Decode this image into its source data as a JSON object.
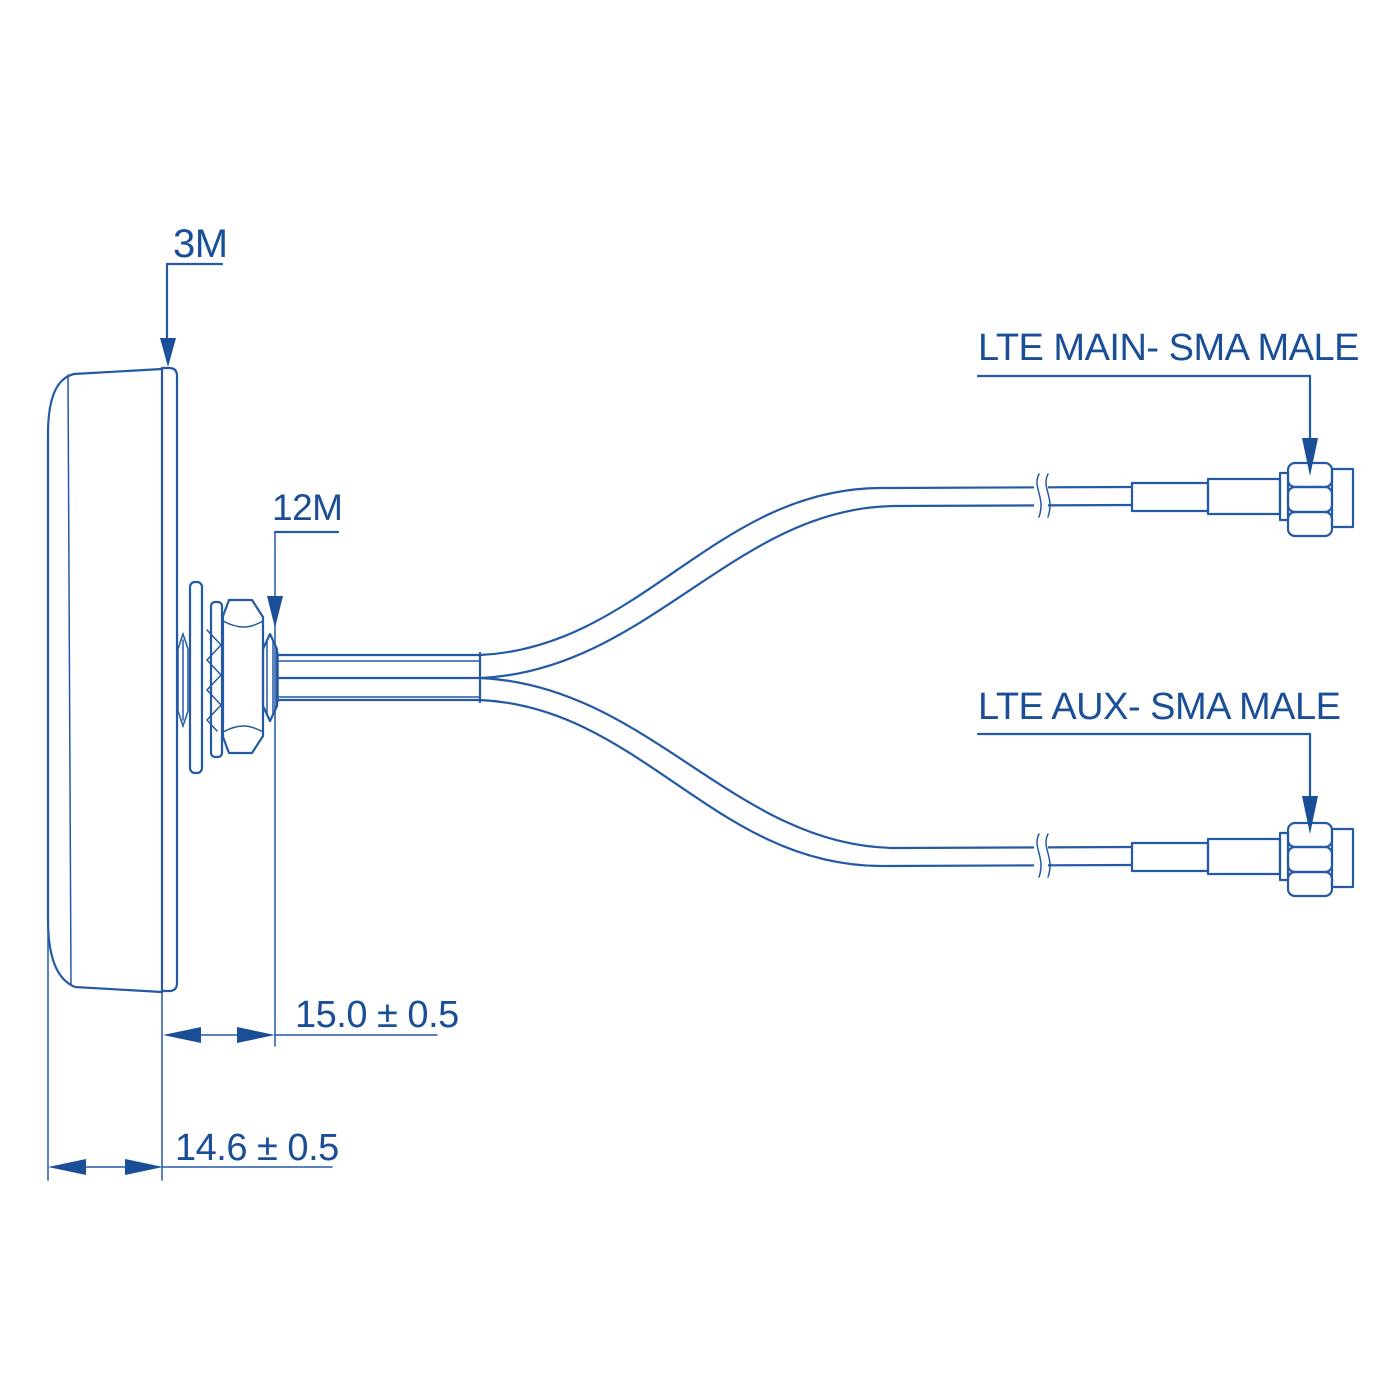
{
  "drawing": {
    "title": "LTE puck antenna with dual SMA cable assembly - side view technical drawing",
    "callouts": {
      "cable_length_main": "3M",
      "thread_size": "12M",
      "connector_main": "LTE MAIN- SMA MALE",
      "connector_aux": "LTE AUX- SMA MALE"
    },
    "dimensions": {
      "stud_protrusion": "15.0 ± 0.5",
      "puck_thickness": "14.6 ± 0.5"
    },
    "colors": {
      "line_blue": "#2459a6",
      "text_blue": "#1a4e96",
      "background": "#ffffff"
    }
  }
}
